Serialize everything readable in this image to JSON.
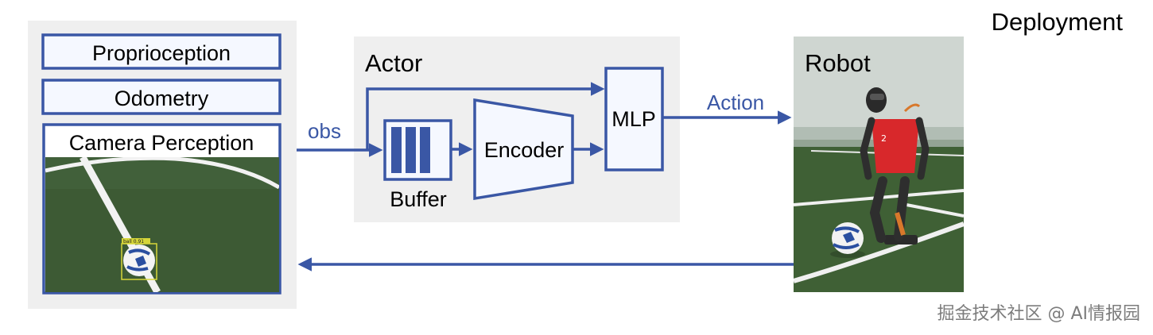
{
  "colors": {
    "accent": "#3a57a5",
    "panel_bg": "#efefef",
    "box_fill": "#f5f8ff",
    "field_green": "#3c5a33",
    "field_line": "#f2f2f2",
    "jersey": "#d8282b",
    "watermark": "#666666"
  },
  "title": "Deployment",
  "inputs": {
    "proprioception": "Proprioception",
    "odometry": "Odometry",
    "camera": "Camera Perception",
    "detection_tag": "ball 0.91"
  },
  "edges": {
    "obs": "obs",
    "action": "Action"
  },
  "actor": {
    "title": "Actor",
    "buffer": "Buffer",
    "encoder": "Encoder",
    "mlp": "MLP"
  },
  "robot": {
    "title": "Robot",
    "jersey_number": "2"
  },
  "watermark": "掘金技术社区 @ AI情报园"
}
